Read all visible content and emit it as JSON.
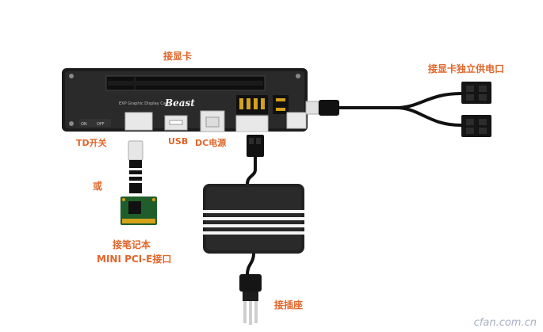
{
  "labels": {
    "card": "接显卡",
    "power_port": "接显卡独立供电口",
    "td_switch": "TD开关",
    "usb": "USB",
    "dc_power": "DC电源",
    "or": "或",
    "notebook_line1": "接笔记本",
    "notebook_line2": "MINI PCI-E接口",
    "socket": "接插座"
  },
  "board": {
    "brand": "Beast",
    "subtitle": "EXP Graphic Display Card",
    "sw1": "ON",
    "sw2": "OFF"
  },
  "watermark": "cfan.com.cn",
  "colors": {
    "label": "#e0662a",
    "board": "#1c1c1c",
    "psu": "#222222",
    "connector_gold": "#d4a21a"
  }
}
